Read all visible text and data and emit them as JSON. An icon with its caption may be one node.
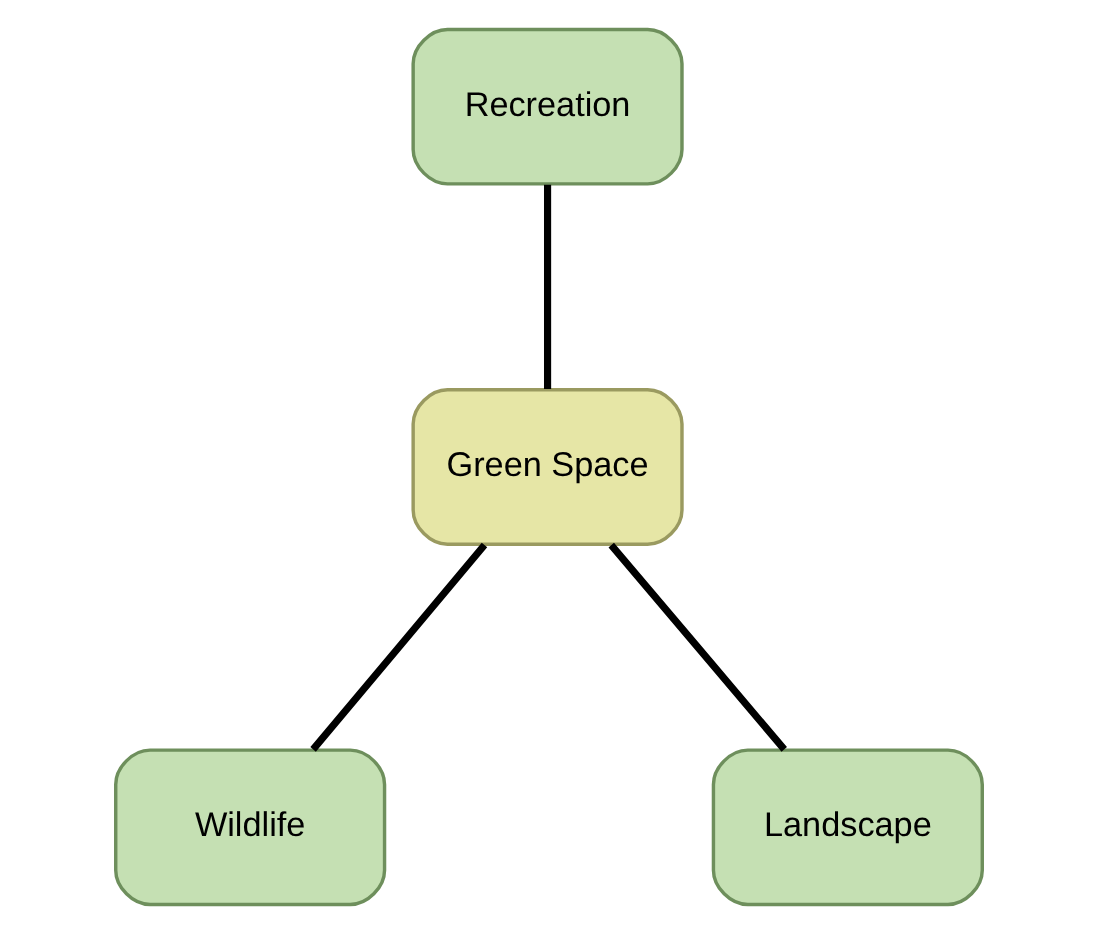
{
  "diagram": {
    "nodes": [
      {
        "text": [
          "Recreation"
        ]
      },
      {
        "text": [
          "Green Space"
        ]
      },
      {
        "text": [
          "Wildlife"
        ]
      },
      {
        "text": [
          "Landscape"
        ]
      }
    ],
    "edges": [
      {
        "from": 0,
        "to": 1,
        "arrow": "none"
      },
      {
        "from": 1,
        "to": 2,
        "arrow": "none"
      },
      {
        "from": 1,
        "to": 3,
        "arrow": "none"
      }
    ]
  }
}
